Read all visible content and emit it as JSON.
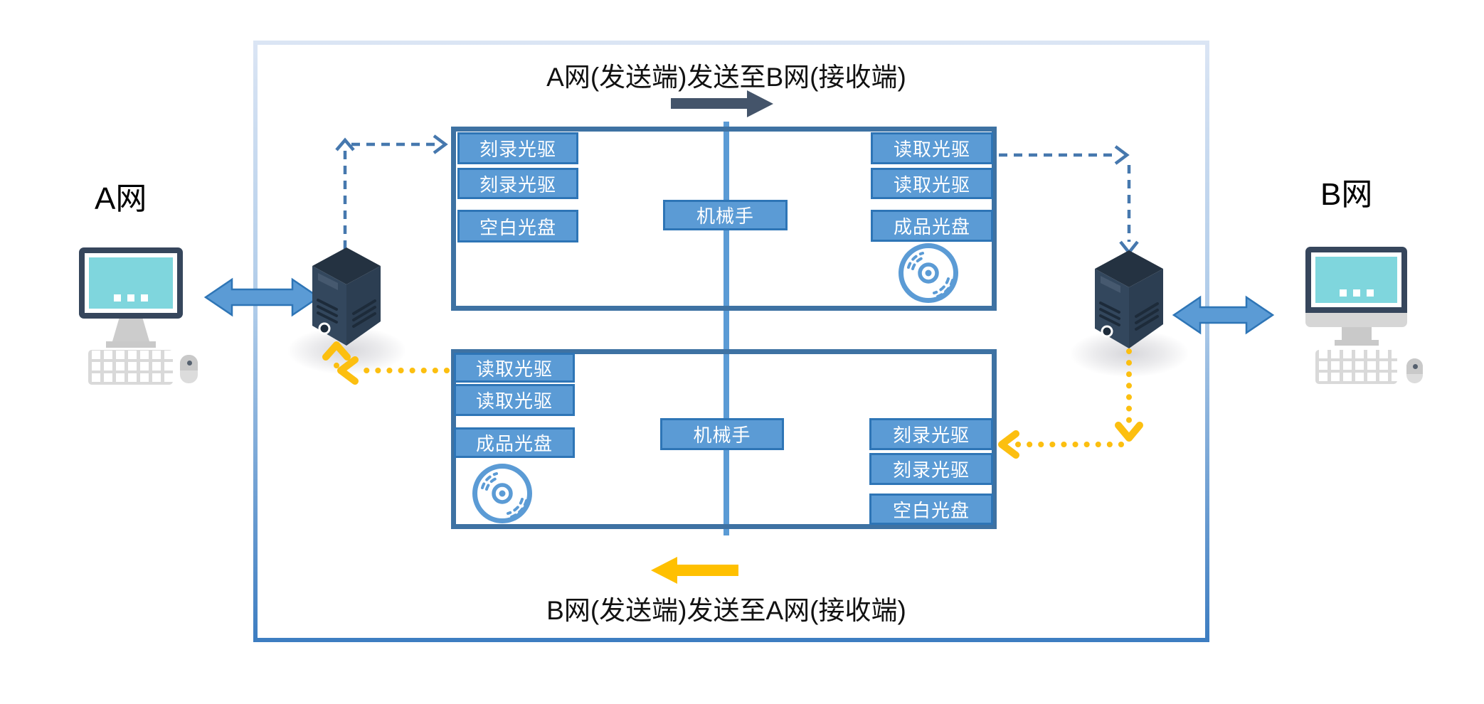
{
  "diagram": {
    "title_top": "A网(发送端)发送至B网(接收端)",
    "title_bottom": "B网(发送端)发送至A网(接收端)",
    "network_a": {
      "label": "A网"
    },
    "network_b": {
      "label": "B网"
    },
    "top_station": {
      "writer_slots": [
        "刻录光驱",
        "刻录光驱",
        "空白光盘"
      ],
      "robot_label": "机械手",
      "reader_slots": [
        "读取光驱",
        "读取光驱",
        "成品光盘"
      ]
    },
    "bottom_station": {
      "reader_slots": [
        "读取光驱",
        "读取光驱",
        "成品光盘"
      ],
      "robot_label": "机械手",
      "writer_slots": [
        "刻录光驱",
        "刻录光驱",
        "空白光盘"
      ]
    },
    "icons": {
      "disc": "disc-icon",
      "server": "server-icon",
      "desktop": "desktop-computer-icon",
      "keyboard": "keyboard-icon",
      "mouse": "mouse-icon",
      "double_arrow": "double-arrow-icon",
      "send_arrow": "send-arrow-icon",
      "return_arrow": "return-arrow-icon"
    },
    "colors": {
      "slot_fill": "#5B9BD5",
      "slot_border": "#2E75B6",
      "station_border": "#3E72A3",
      "divider": "#5B9BD5",
      "frame_top": "#D9E2F3",
      "frame_bottom": "#3D7DC1",
      "send_arrow": "#44546A",
      "return_arrow": "#FFC000",
      "dashed_route": "#4678AE",
      "dotted_route": "#FFC000",
      "screen_teal": "#7FD6DD",
      "device_navy": "#36465C"
    }
  }
}
